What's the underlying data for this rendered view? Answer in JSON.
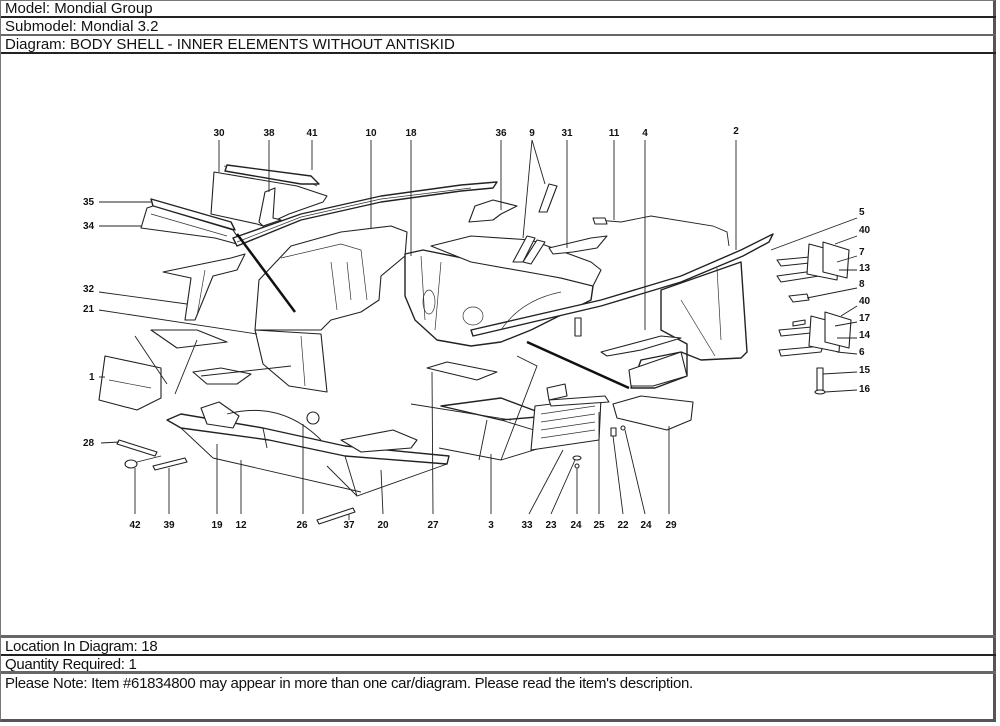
{
  "header": {
    "model": "Model: Mondial Group",
    "submodel": "Submodel: Mondial 3.2",
    "diagram": "Diagram: BODY SHELL - INNER ELEMENTS WITHOUT ANTISKID"
  },
  "diagram": {
    "title": "BODY SHELL - INNER ELEMENTS WITHOUT ANTISKID",
    "callouts": [
      "30",
      "38",
      "41",
      "10",
      "18",
      "36",
      "9",
      "31",
      "11",
      "4",
      "2",
      "35",
      "34",
      "5",
      "40",
      "7",
      "13",
      "8",
      "40",
      "17",
      "14",
      "6",
      "15",
      "16",
      "32",
      "21",
      "1",
      "28",
      "42",
      "39",
      "19",
      "12",
      "26",
      "37",
      "20",
      "27",
      "3",
      "33",
      "23",
      "24",
      "25",
      "22",
      "24",
      "29"
    ]
  },
  "footer": {
    "location": "Location In Diagram: 18",
    "quantity": "Quantity Required: 1",
    "note": "Please Note: Item #61834800 may appear in more than one car/diagram. Please read the item's description."
  }
}
